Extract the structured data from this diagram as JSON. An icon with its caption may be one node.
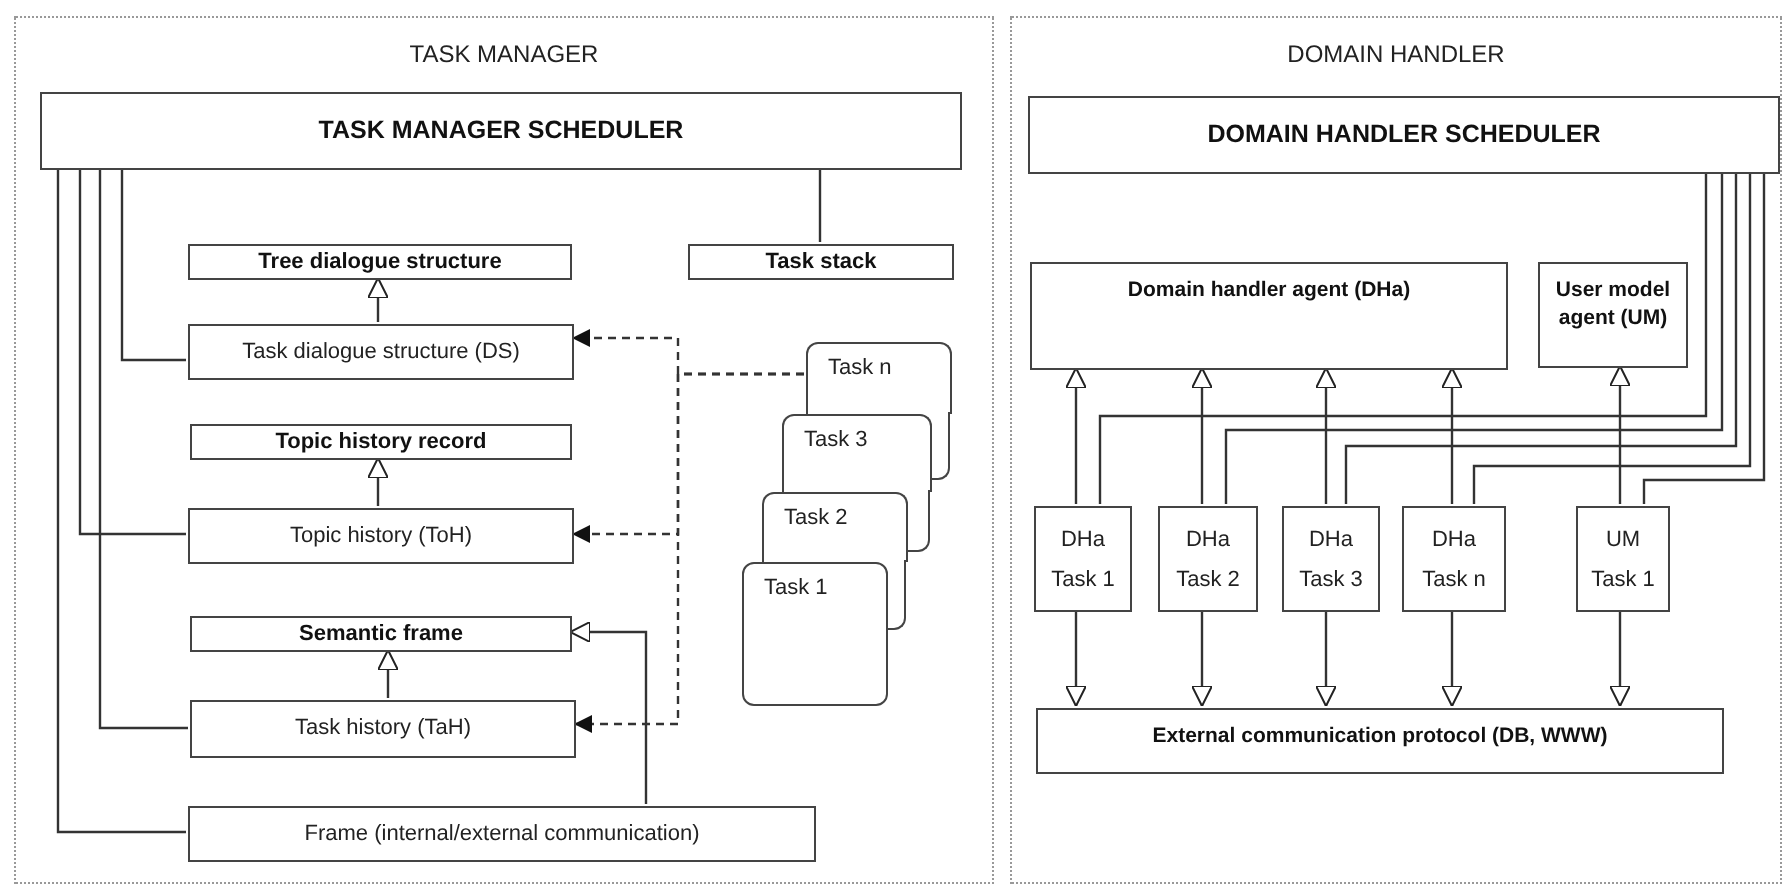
{
  "diagram": {
    "nodes": [
      {
        "text": [
          "TASK MANAGER"
        ]
      },
      {
        "text": [
          "TASK MANAGER SCHEDULER"
        ],
        "in": 0
      },
      {
        "text": [
          "Tree dialogue structure"
        ],
        "in": 0
      },
      {
        "text": [
          "Task stack"
        ],
        "in": 0
      },
      {
        "text": [
          "Task dialogue structure (DS)"
        ],
        "in": 0
      },
      {
        "text": [
          "Topic history record"
        ],
        "in": 0
      },
      {
        "text": [
          "Topic history (ToH)"
        ],
        "in": 0
      },
      {
        "text": [
          "Semantic frame"
        ],
        "in": 0
      },
      {
        "text": [
          "Task history (TaH)"
        ],
        "in": 0
      },
      {
        "text": [
          "Frame (internal/external communication)"
        ],
        "in": 0
      },
      {
        "text": [
          "Task n"
        ],
        "in": 0
      },
      {
        "text": [
          "Task 3"
        ],
        "in": 0
      },
      {
        "text": [
          "Task 2"
        ],
        "in": 0
      },
      {
        "text": [
          "Task 1"
        ],
        "in": 0
      },
      {
        "text": [
          "DOMAIN HANDLER"
        ]
      },
      {
        "text": [
          "DOMAIN HANDLER SCHEDULER"
        ],
        "in": 14
      },
      {
        "text": [
          "Domain handler agent (DHa)"
        ],
        "in": 14
      },
      {
        "text": [
          "User model agent (UM)"
        ],
        "in": 14
      },
      {
        "text": [
          "DHa Task 1"
        ],
        "in": 14
      },
      {
        "text": [
          "DHa Task 2"
        ],
        "in": 14
      },
      {
        "text": [
          "DHa Task 3"
        ],
        "in": 14
      },
      {
        "text": [
          "DHa Task n"
        ],
        "in": 14
      },
      {
        "text": [
          "UM Task 1"
        ],
        "in": 14
      },
      {
        "text": [
          "External communication protocol (DB, WWW)"
        ],
        "in": 14
      }
    ],
    "edges": [
      {
        "from": 1,
        "to": 4,
        "arrow": "none"
      },
      {
        "from": 1,
        "to": 6,
        "arrow": "none"
      },
      {
        "from": 1,
        "to": 8,
        "arrow": "none"
      },
      {
        "from": 1,
        "to": 9,
        "arrow": "none"
      },
      {
        "from": 1,
        "to": 3,
        "arrow": "none"
      },
      {
        "from": 4,
        "to": 2,
        "arrow": "to"
      },
      {
        "from": 6,
        "to": 5,
        "arrow": "to"
      },
      {
        "from": 8,
        "to": 7,
        "arrow": "to"
      },
      {
        "from": 9,
        "to": 7,
        "arrow": "to"
      },
      {
        "from": 10,
        "to": 4,
        "arrow": "to",
        "style": "dashed"
      },
      {
        "from": 10,
        "to": 6,
        "arrow": "to",
        "style": "dashed"
      },
      {
        "from": 10,
        "to": 8,
        "arrow": "to",
        "style": "dashed"
      },
      {
        "from": 18,
        "to": 16,
        "arrow": "to"
      },
      {
        "from": 19,
        "to": 16,
        "arrow": "to"
      },
      {
        "from": 20,
        "to": 16,
        "arrow": "to"
      },
      {
        "from": 21,
        "to": 16,
        "arrow": "to"
      },
      {
        "from": 22,
        "to": 17,
        "arrow": "to"
      },
      {
        "from": 18,
        "to": 23,
        "arrow": "to"
      },
      {
        "from": 19,
        "to": 23,
        "arrow": "to"
      },
      {
        "from": 20,
        "to": 23,
        "arrow": "to"
      },
      {
        "from": 21,
        "to": 23,
        "arrow": "to"
      },
      {
        "from": 22,
        "to": 23,
        "arrow": "to"
      },
      {
        "from": 15,
        "to": 18,
        "arrow": "none"
      },
      {
        "from": 15,
        "to": 19,
        "arrow": "none"
      },
      {
        "from": 15,
        "to": 20,
        "arrow": "none"
      },
      {
        "from": 15,
        "to": 21,
        "arrow": "none"
      },
      {
        "from": 15,
        "to": 22,
        "arrow": "none"
      }
    ]
  }
}
